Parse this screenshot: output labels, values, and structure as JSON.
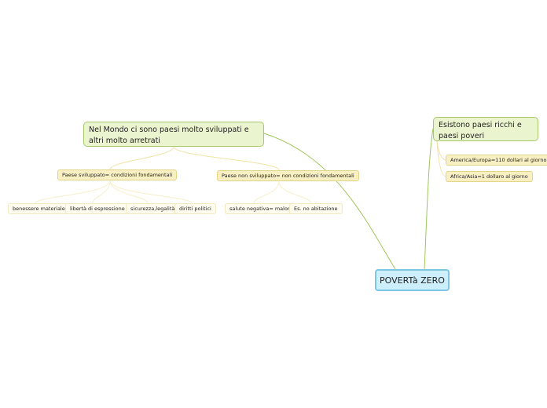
{
  "root": {
    "label": "POVERTà ZERO"
  },
  "branches": {
    "mondo": {
      "label": "Nel Mondo ci sono paesi molto sviluppati e altri molto arretrati"
    },
    "sviluppato": {
      "label": "Paese sviluppato= condizioni fondamentali"
    },
    "non_sviluppato": {
      "label": "Paese non sviluppato= non condizioni  fondamentali"
    },
    "benessere": {
      "label": "benessere materiale"
    },
    "liberta": {
      "label": "libertà di espressione"
    },
    "sicurezza": {
      "label": "sicurezza,legalità"
    },
    "diritti": {
      "label": "diritti politici"
    },
    "salute": {
      "label": "salute negativa= malori"
    },
    "abitazione": {
      "label": "Es. no abitazione"
    },
    "esistono": {
      "label": "Esistono paesi ricchi e paesi poveri"
    },
    "america": {
      "label": "America/Europa=110 dollari al giorno"
    },
    "africa": {
      "label": "Africa/Asia=1 dollaro al giorno"
    }
  },
  "colors": {
    "main_link": "#9ec65a",
    "sub_link": "#f0e3a6",
    "leaf_link": "#f7efc8",
    "root_fill": "#cdeefb",
    "root_border": "#7fc6e6",
    "main_fill": "#eaf5cf",
    "sub_fill": "#f8f0c2",
    "leaf_fill": "#fffbee"
  }
}
